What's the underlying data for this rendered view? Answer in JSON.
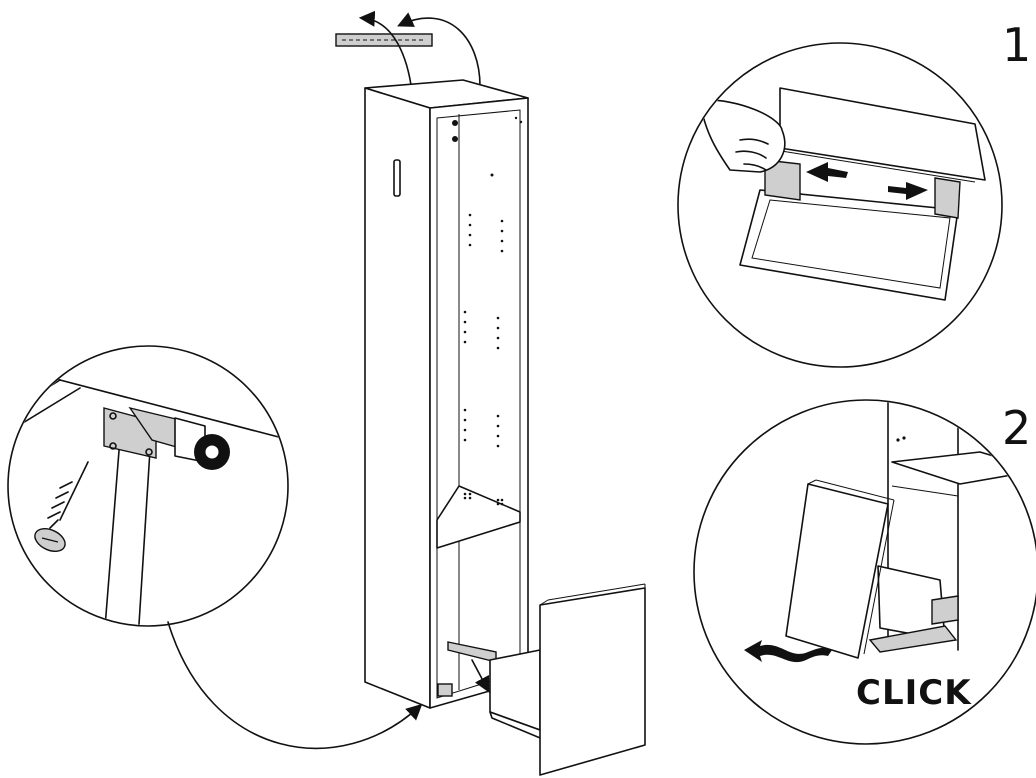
{
  "steps": [
    {
      "number": "1"
    },
    {
      "number": "2"
    }
  ],
  "click_text": "CLICK",
  "colors": {
    "ink": "#111111",
    "paper": "#ffffff",
    "metal": "#cfcfcf"
  }
}
